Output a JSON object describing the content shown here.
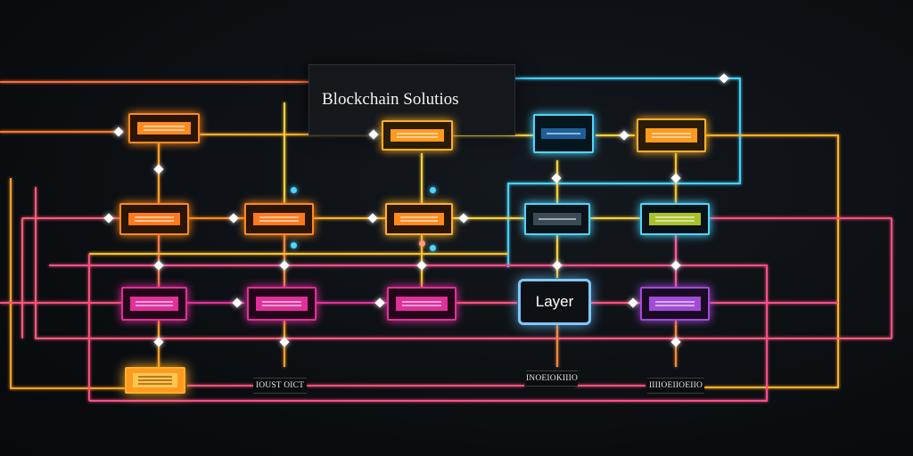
{
  "diagram": {
    "title": "Blockchain Solutios",
    "layer_label": "Layer",
    "tags": [
      "IOUST OICT",
      "INOEIOKIIIO",
      "IIIIOEIIOEIIO"
    ]
  },
  "colors": {
    "background": "#0c0f13",
    "orange": "#ff8a1e",
    "amber": "#ffb02a",
    "gold": "#f0c030",
    "magenta": "#e0309a",
    "pink": "#ff4f7a",
    "cyan": "#4fd6ff",
    "olive": "#a9c22a",
    "violet": "#a24bd6"
  }
}
